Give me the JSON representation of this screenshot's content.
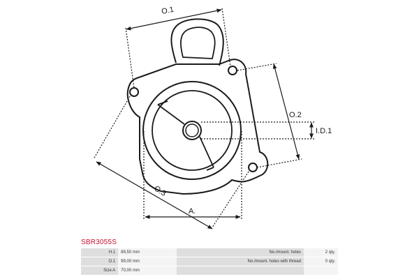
{
  "dimension_labels": {
    "o1": "O.1",
    "o2": "O.2",
    "o3": "O.3",
    "id1": "I.D.1",
    "a": "A."
  },
  "part_code": "SBR3055S",
  "specs": [
    {
      "label": "H.1",
      "value": "89,50 mm",
      "label2": "No./mount. holes",
      "value2": "2 qty."
    },
    {
      "label": "O.1",
      "value": "99,00 mm",
      "label2": "No./mount. holes with thread",
      "value2": "0 qty."
    },
    {
      "label": "Size A",
      "value": "70,00 mm",
      "label2": "",
      "value2": ""
    }
  ],
  "colors": {
    "line": "#1a1a1a",
    "part_code": "#c8102e"
  }
}
